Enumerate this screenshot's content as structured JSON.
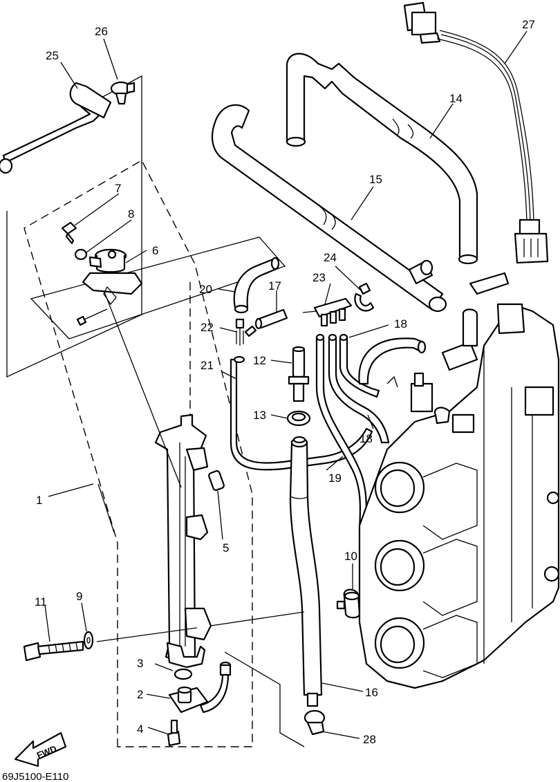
{
  "diagram_code": "69J5100-E110",
  "fwd_label": "FWD",
  "callouts": {
    "c1": "1",
    "c2": "2",
    "c3": "3",
    "c4": "4",
    "c5": "5",
    "c6": "6",
    "c7": "7",
    "c8": "8",
    "c9": "9",
    "c10": "10",
    "c11": "11",
    "c12": "12",
    "c13": "13",
    "c14": "14",
    "c15": "15",
    "c16": "16",
    "c17": "17",
    "c18a": "18",
    "c18b": "18",
    "c19": "19",
    "c20": "20",
    "c21": "21",
    "c22": "22",
    "c23": "23",
    "c24": "24",
    "c25": "25",
    "c26": "26",
    "c27": "27",
    "c28": "28"
  }
}
